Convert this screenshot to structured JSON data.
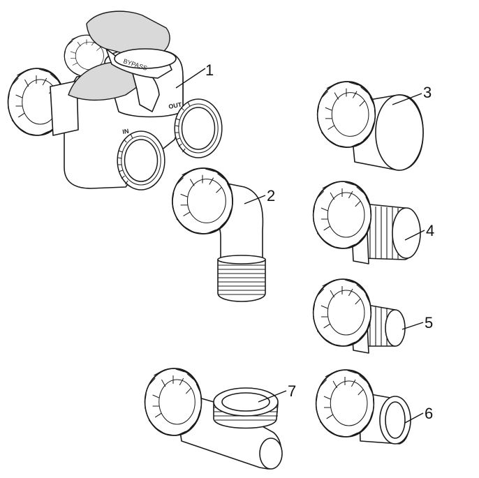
{
  "parts": [
    {
      "id": "part-1",
      "number": "1"
    },
    {
      "id": "part-2",
      "number": "2"
    },
    {
      "id": "part-3",
      "number": "3"
    },
    {
      "id": "part-4",
      "number": "4"
    },
    {
      "id": "part-5",
      "number": "5"
    },
    {
      "id": "part-6",
      "number": "6"
    },
    {
      "id": "part-7",
      "number": "7"
    }
  ],
  "valve_markings": {
    "out": "OUT",
    "in": "IN",
    "bypass": "BYPASS"
  }
}
